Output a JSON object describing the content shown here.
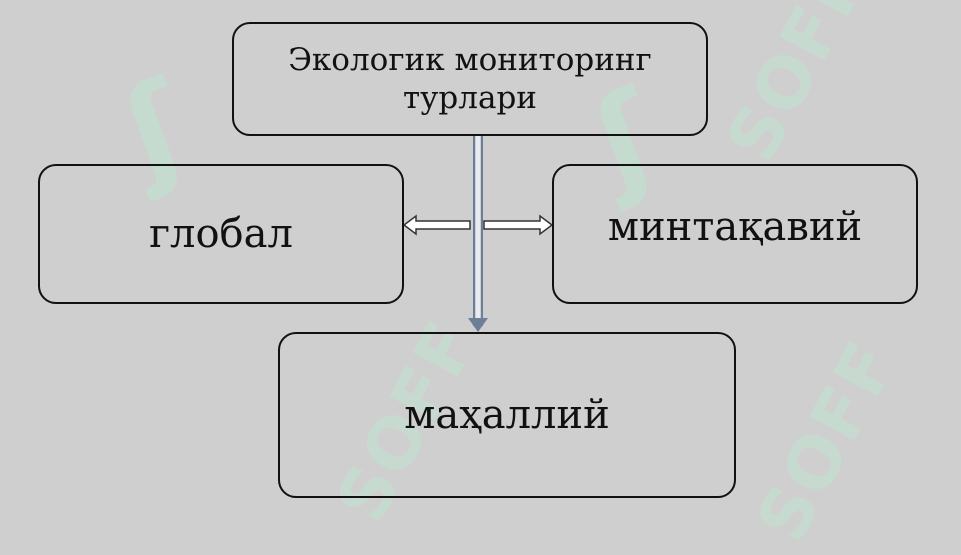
{
  "diagram": {
    "root": "Экологик мониторинг турлари",
    "left": "глобал",
    "right": "минтақавий",
    "bottom": "маҳаллий"
  },
  "watermark": {
    "text": "SOFF",
    "color": "#bfe3cf"
  },
  "colors": {
    "background": "#cfcfcf",
    "border": "#111111",
    "connector": "#6d7f96"
  }
}
